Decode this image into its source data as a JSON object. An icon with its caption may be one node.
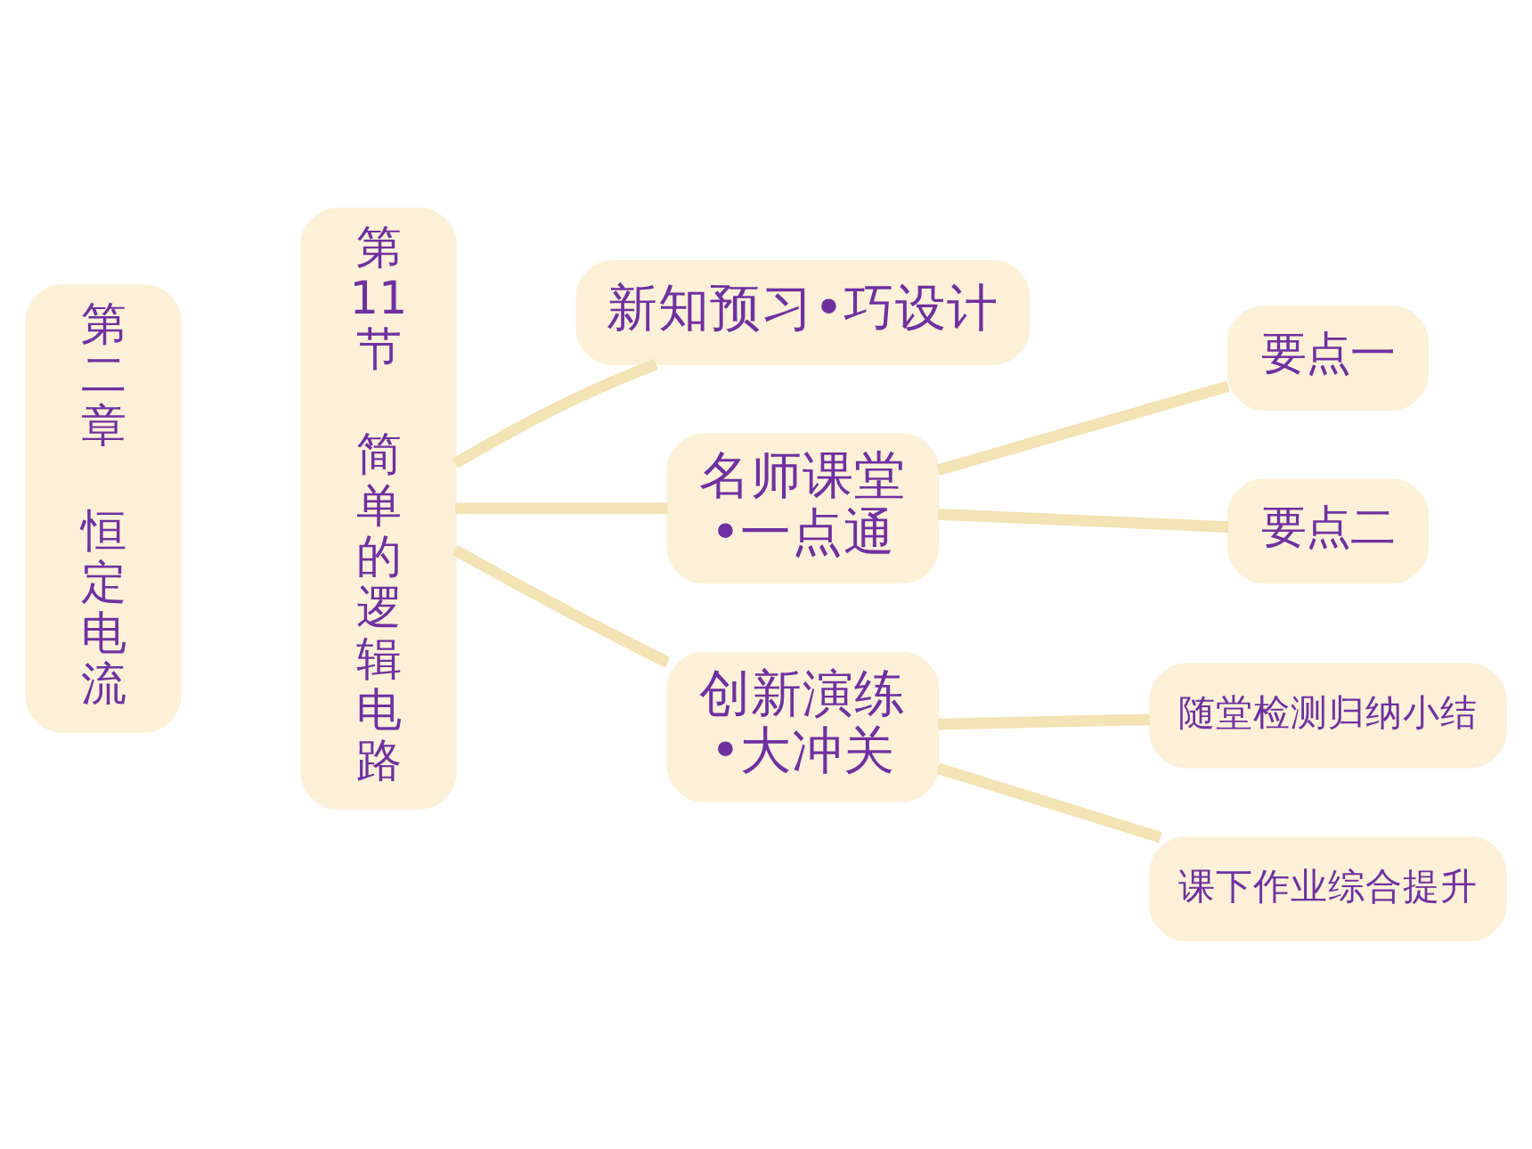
{
  "diagram": {
    "nodes": [
      {
        "text": [
          "第二章",
          "恒定电流"
        ]
      },
      {
        "text": [
          "第11节",
          "简单的逻辑电路"
        ]
      },
      {
        "text": [
          "新知预习•巧设计"
        ]
      },
      {
        "text": [
          "名师课堂•一点通"
        ]
      },
      {
        "text": [
          "要点一"
        ]
      },
      {
        "text": [
          "要点二"
        ]
      },
      {
        "text": [
          "创新演练•大冲关"
        ]
      },
      {
        "text": [
          "随堂检测归纳小结"
        ]
      },
      {
        "text": [
          "课下作业综合提升"
        ]
      }
    ],
    "edges": [
      {
        "from": 1,
        "to": 2,
        "arrow": "none"
      },
      {
        "from": 1,
        "to": 3,
        "arrow": "none"
      },
      {
        "from": 1,
        "to": 6,
        "arrow": "none"
      },
      {
        "from": 3,
        "to": 4,
        "arrow": "none"
      },
      {
        "from": 3,
        "to": 5,
        "arrow": "none"
      },
      {
        "from": 6,
        "to": 7,
        "arrow": "none"
      },
      {
        "from": 6,
        "to": 8,
        "arrow": "none"
      }
    ]
  }
}
